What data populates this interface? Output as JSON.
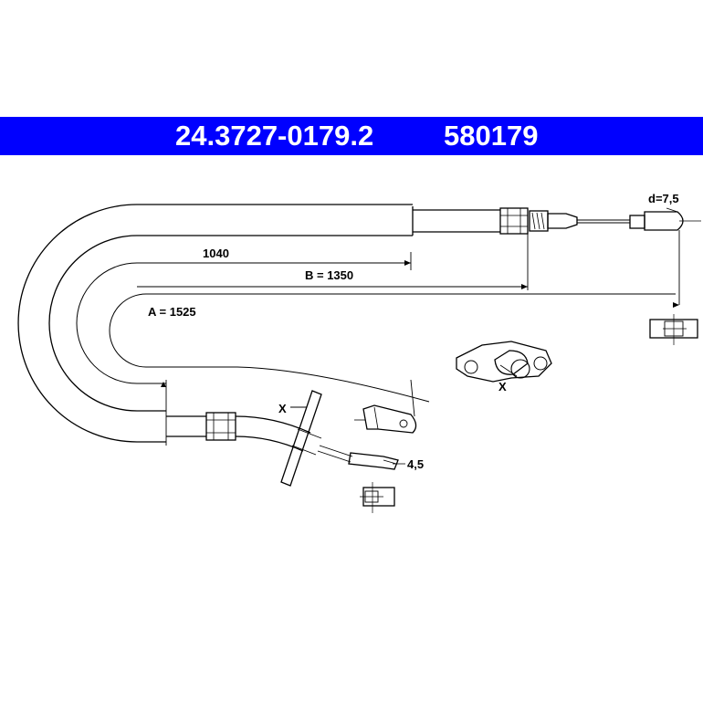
{
  "header": {
    "part_number": "24.3727-0179.2",
    "reference_number": "580179",
    "background_color": "#0000ff",
    "text_color": "#ffffff"
  },
  "dimensions": {
    "inner_length": "1040",
    "b_length": "B = 1350",
    "a_length": "A = 1525",
    "end_diameter": "d=7,5",
    "pin_diameter": "4,5",
    "detail_marker": "X"
  }
}
